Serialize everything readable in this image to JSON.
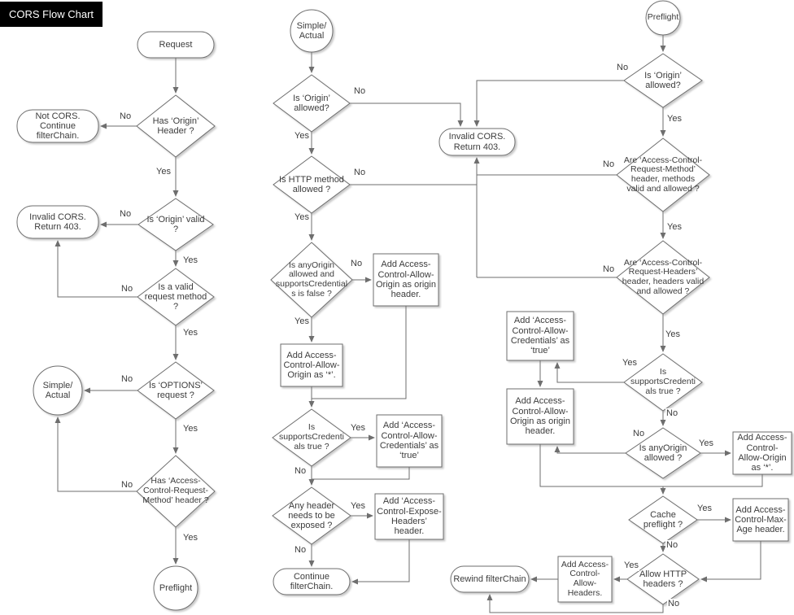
{
  "title": "CORS Flow Chart",
  "edge_labels": {
    "yes": "Yes",
    "no": "No"
  },
  "nodes": {
    "request": "Request",
    "has_origin_header": "Has ‘Origin’ Header ?",
    "not_cors": "Not CORS. Continue filterChain.",
    "is_origin_valid": "Is ‘Origin’ valid ?",
    "invalid_cors_left": "Invalid CORS. Return 403.",
    "is_valid_request_method": "Is a valid request method ?",
    "is_options_request": "Is ‘OPTIONS’ request ?",
    "simple_actual_left": "Simple/ Actual",
    "has_acrm_header": "Has ‘Access-Control-Request-Method’ header ?",
    "preflight_left": "Preflight",
    "simple_actual_mid": "Simple/ Actual",
    "is_origin_allowed_mid": "Is ‘Origin’ allowed?",
    "invalid_cors_mid": "Invalid CORS. Return 403.",
    "is_http_method_allowed": "Is HTTP method allowed ?",
    "is_anyorigin_and_supportscred_false": "Is anyOrigin allowed and supportsCredentials is false ?",
    "add_acao_origin_mid": "Add Access-Control-Allow-Origin as origin header.",
    "add_acao_star_mid": "Add Access-Control-Allow-Origin as ‘*’.",
    "is_supportscred_true_mid": "Is supportsCredentials true ?",
    "add_acac_true_mid": "Add ‘Access-Control-Allow-Credentials’ as ‘true’",
    "any_header_exposed": "Any header needs to be exposed ?",
    "add_expose_headers": "Add ‘Access-Control-Expose-Headers’ header.",
    "continue_filterchain": "Continue filterChain.",
    "preflight_right": "Preflight",
    "is_origin_allowed_right": "Is ‘Origin’ allowed?",
    "are_acrm_valid": "Are ‘Access-Control-Request-Method’ header, methods  valid and allowed ?",
    "are_acrh_valid": "Are ‘Access-Control-Request-Headers’ header, headers valid and allowed ?",
    "add_acac_true_right": "Add ‘Access-Control-Allow-Credentials’ as ‘true’",
    "is_supportscred_true_right": "Is supportsCredentials true ?",
    "add_acao_origin_right": "Add Access-Control-Allow-Origin as origin header.",
    "is_anyorigin_allowed_right": "Is anyOrigin allowed ?",
    "add_acao_star_right": "Add Access-Control-Allow-Origin as ‘*’.",
    "cache_preflight": "Cache preflight ?",
    "add_max_age": "Add Access-Control-Max-Age header.",
    "allow_http_headers": "Allow HTTP headers ?",
    "add_allow_headers": "Add Access-Control-Allow-Headers.",
    "rewind_filterchain": "Rewind filterChain"
  }
}
